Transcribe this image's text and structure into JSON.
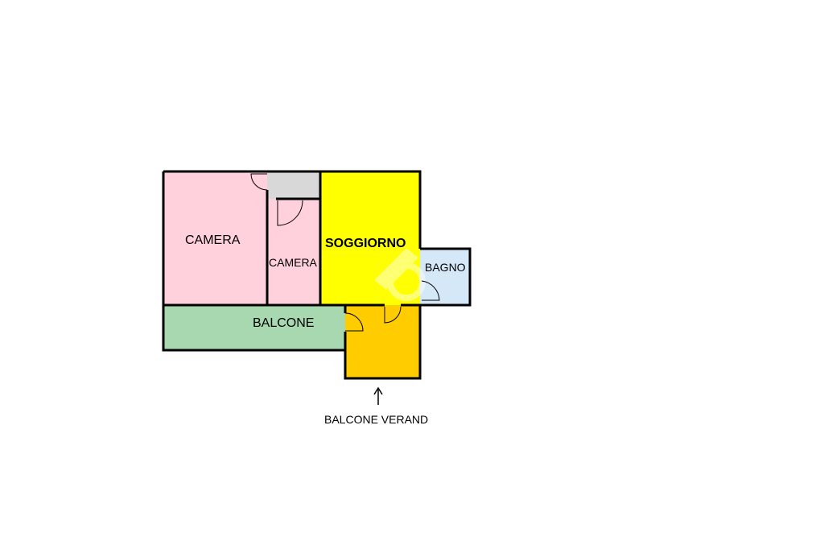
{
  "rooms": {
    "camera_large": {
      "label": "CAMERA",
      "color": "#FFD1DC"
    },
    "camera_small": {
      "label": "CAMERA",
      "color": "#FFD1DC"
    },
    "soggiorno": {
      "label": "SOGGIORNO",
      "color": "#FFFF00"
    },
    "bagno": {
      "label": "BAGNO",
      "color": "#D5E8F8"
    },
    "balcone": {
      "label": "BALCONE",
      "color": "#A8D8B0"
    },
    "veranda": {
      "label": "",
      "color": "#FFCC00"
    },
    "closet": {
      "label": "",
      "color": "#D8D8D8"
    }
  },
  "annotation": {
    "arrow_icon": "arrow-up-icon",
    "label": "BALCONE VERAND"
  },
  "colors": {
    "wall": "#000000",
    "door_swing": "#000000",
    "watermark": "#FFFFFF"
  }
}
